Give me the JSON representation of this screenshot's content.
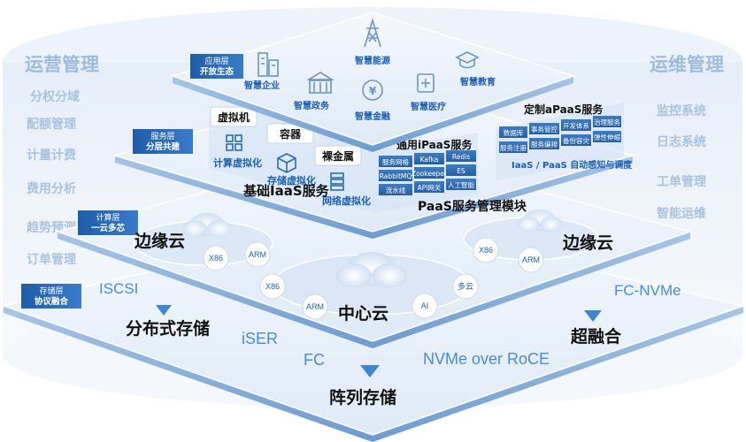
{
  "left_panel": {
    "title": "运营管理",
    "items": [
      "分权分域",
      "配额管理",
      "计量计费",
      "费用分析",
      "趋势预测",
      "订单管理"
    ]
  },
  "right_panel": {
    "title": "运维管理",
    "items": [
      "监控系统",
      "日志系统",
      "工单管理",
      "智能运维"
    ]
  },
  "layers": {
    "app": {
      "tag_line1": "应用层",
      "tag_line2": "开放生态",
      "items": [
        {
          "label": "智慧能源",
          "icon": "power-tower-icon"
        },
        {
          "label": "智慧企业",
          "icon": "buildings-icon"
        },
        {
          "label": "智慧政务",
          "icon": "government-icon"
        },
        {
          "label": "智慧金融",
          "icon": "yuan-coin-icon"
        },
        {
          "label": "智慧医疗",
          "icon": "medical-kit-icon"
        },
        {
          "label": "智慧教育",
          "icon": "graduation-cap-icon"
        }
      ]
    },
    "service": {
      "tag_line1": "服务层",
      "tag_line2": "分层共建",
      "iaas_tabs": [
        "虚拟机",
        "容器",
        "裸金属"
      ],
      "iaas_items": [
        "计算虚拟化",
        "存储虚拟化",
        "网络虚拟化"
      ],
      "iaas_title": "基础IaaS服务",
      "ipaas_title": "通用iPaaS服务",
      "ipaas_cells": [
        "服务网格",
        "Kafka",
        "Redis",
        "RabbitMQ",
        "Zookeeper",
        "ES",
        "流水线",
        "API网关",
        "人工智能"
      ],
      "apaas_title": "定制aPaaS服务",
      "apaas_cells": [
        "数据库",
        "事务管控",
        "开发体系",
        "治理服务",
        "服务注册",
        "服务编排",
        "备份容灾",
        "弹性伸缩"
      ],
      "auto_label": "IaaS / PaaS 自动感知与调度",
      "paas_title": "PaaS服务管理模块"
    },
    "compute": {
      "tag_line1": "计算层",
      "tag_line2": "一云多芯",
      "edge_left": "边缘云",
      "edge_right": "边缘云",
      "center": "中心云",
      "chips": {
        "left_x86": "X86",
        "left_arm": "ARM",
        "center_x86": "X86",
        "center_arm": "ARM",
        "center_ai": "AI",
        "center_multi": "多云",
        "right_x86": "X86",
        "right_arm": "ARM"
      }
    },
    "storage": {
      "tag_line1": "存储层",
      "tag_line2": "协议融合",
      "distributed": "分布式存储",
      "array": "阵列存储",
      "hyper": "超融合",
      "protocols": {
        "iscsi": "ISCSI",
        "iser": "iSER",
        "fc": "FC",
        "nvme_over_roce": "NVMe over RoCE",
        "fc_nvme": "FC-NVMe"
      }
    }
  },
  "colors": {
    "accent": "#1d5fb3",
    "tag_bg": "#1f5da8",
    "panel_text": "#a9c3df",
    "plate_top": "#eef5fc",
    "cell_bg": "#2f6db3"
  }
}
